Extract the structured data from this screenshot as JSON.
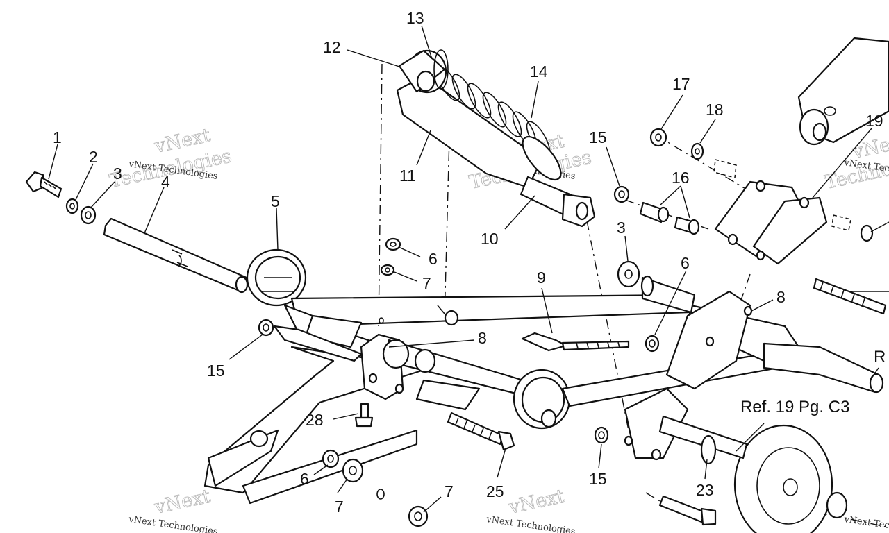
{
  "watermark": {
    "brand": "vNext",
    "name": "Technologies",
    "full": "vNext Technologies"
  },
  "callouts": {
    "c1": "1",
    "c2": "2",
    "c3a": "3",
    "c3b": "3",
    "c4": "4",
    "c5": "5",
    "c6a": "6",
    "c6b": "6",
    "c6c": "6",
    "c7a": "7",
    "c7b": "7",
    "c7c": "7",
    "c8a": "8",
    "c8b": "8",
    "c9": "9",
    "c10": "10",
    "c11": "11",
    "c12": "12",
    "c13": "13",
    "c14": "14",
    "c15a": "15",
    "c15b": "15",
    "c15c": "15",
    "c16": "16",
    "c17": "17",
    "c18": "18",
    "c19": "19",
    "c23": "23",
    "c25": "25",
    "c28": "28"
  },
  "references": {
    "ref19": "Ref. 19 Pg. C3",
    "ref_cut": "R"
  },
  "colors": {
    "ink": "#111111",
    "paper": "#ffffff",
    "watermark": "#b8b8b8"
  }
}
